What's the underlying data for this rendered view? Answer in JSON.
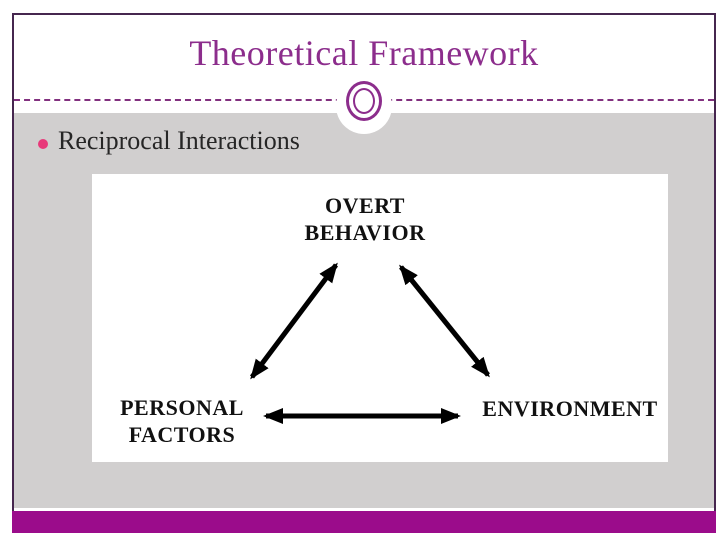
{
  "slide": {
    "title": "Theoretical Framework",
    "bullet": "Reciprocal Interactions",
    "colors": {
      "title_text": "#8c2d8c",
      "frame_border": "#46264f",
      "divider": "#82307f",
      "content_bg": "#d1cfcf",
      "bullet_dot": "#e8397a",
      "body_text": "#262626",
      "diagram_text": "#111111",
      "footer_bar": "#9b0c8b",
      "diagram_bg": "#ffffff",
      "arrow": "#000000"
    },
    "diagram": {
      "type": "triangle-reciprocal",
      "nodes": [
        {
          "id": "overt-behavior",
          "label_lines": [
            "OVERT",
            "BEHAVIOR"
          ]
        },
        {
          "id": "personal-factors",
          "label_lines": [
            "PERSONAL",
            "FACTORS"
          ]
        },
        {
          "id": "environment",
          "label_lines": [
            "ENVIRONMENT"
          ]
        }
      ],
      "edges": [
        {
          "from": "personal-factors",
          "to": "overt-behavior",
          "bidirectional": true
        },
        {
          "from": "overt-behavior",
          "to": "environment",
          "bidirectional": true
        },
        {
          "from": "personal-factors",
          "to": "environment",
          "bidirectional": true
        }
      ]
    }
  }
}
